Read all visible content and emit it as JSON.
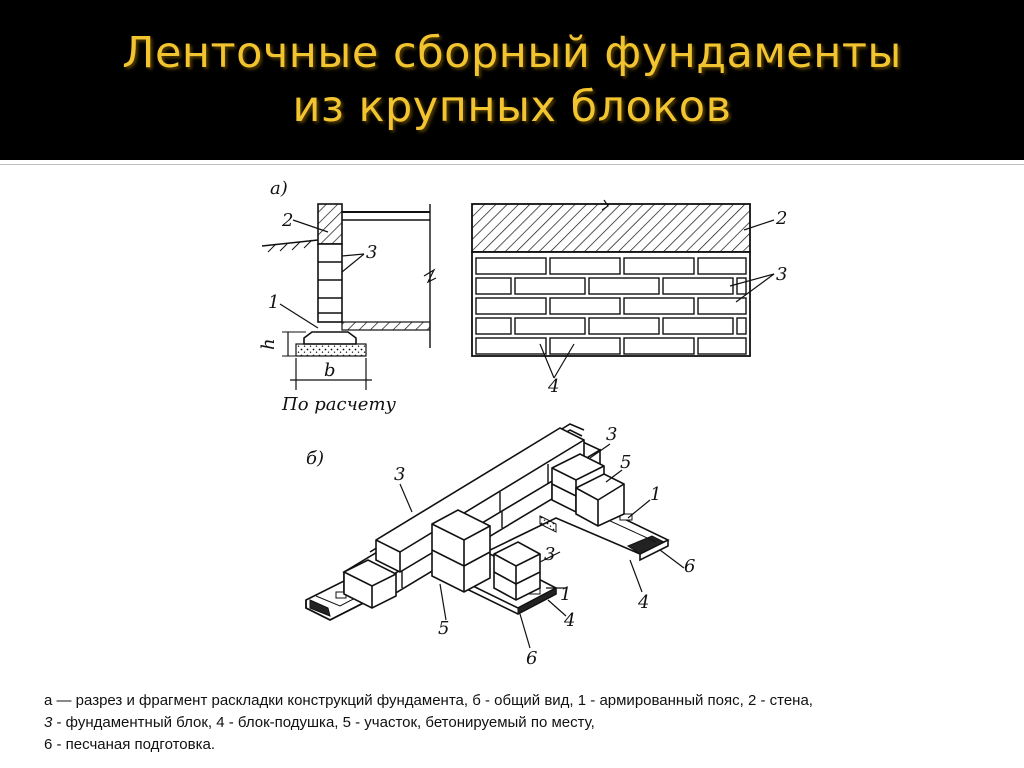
{
  "slide": {
    "title_line1": "Ленточные сборный фундаменты",
    "title_line2": "из крупных блоков",
    "accent_color": "#f2c430"
  },
  "figure": {
    "label_a": "а)",
    "label_b": "б)",
    "label_h": "h",
    "label_width": "b",
    "label_calc": "По расчету",
    "num_1": "1",
    "num_2": "2",
    "num_3": "3",
    "num_4": "4",
    "num_5": "5",
    "num_6": "6"
  },
  "caption": {
    "line1": "а — разрез и фрагмент раскладки конструкций фундамента, б - общий вид, 1 - армированный пояс, 2 - стена,",
    "line2_num": "3",
    "line2_rest": " - фундаментный блок, 4 - блок-подушка, 5 - участок, бетонируемый по месту,",
    "line3": "6 - песчаная подготовка."
  }
}
